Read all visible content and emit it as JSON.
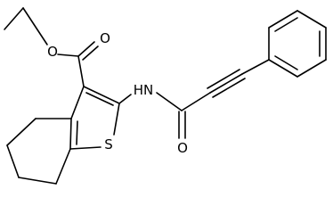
{
  "atom_labels": {
    "ester_oxygen": "O",
    "carbonyl_oxygen_ester": "O",
    "amide_nitrogen": "HN",
    "amide_oxygen": "O",
    "sulfur": "S"
  }
}
